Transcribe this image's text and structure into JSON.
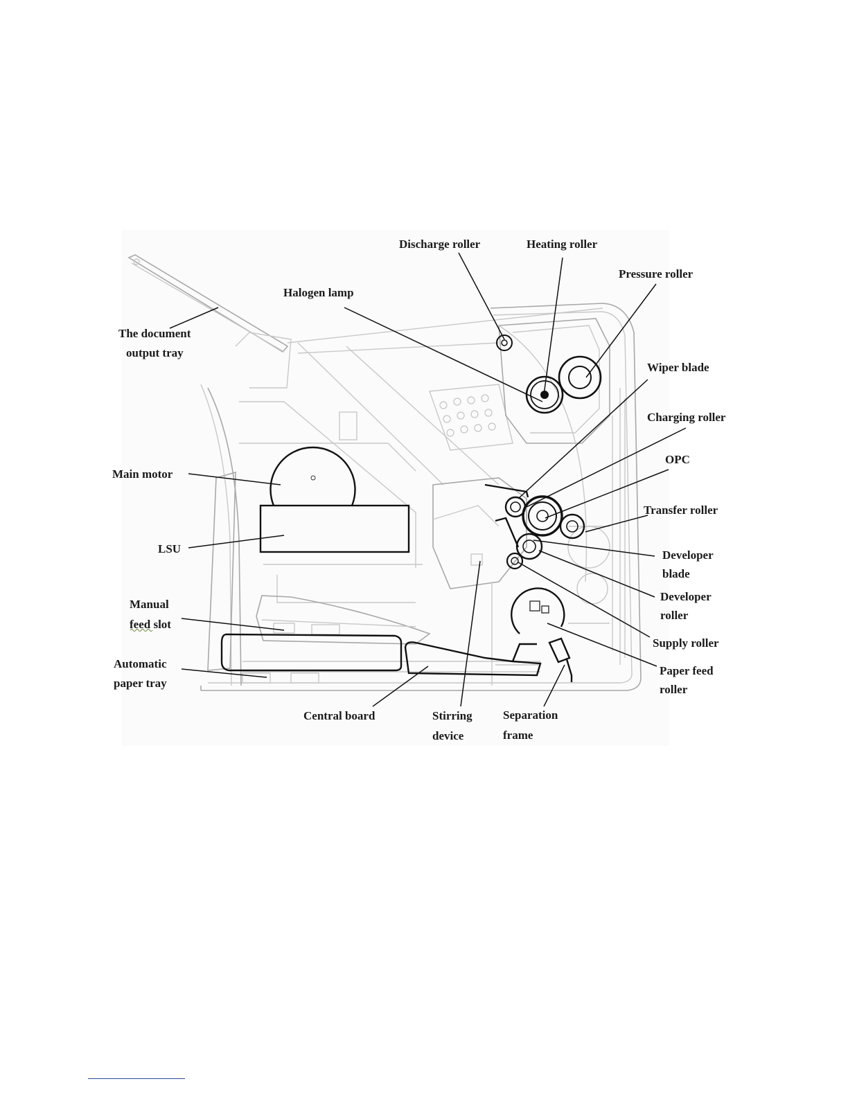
{
  "labels": {
    "document_output_tray": [
      "The document",
      "output tray"
    ],
    "halogen_lamp": "Halogen lamp",
    "discharge_roller": "Discharge roller",
    "heating_roller": "Heating roller",
    "pressure_roller": "Pressure roller",
    "wiper_blade": "Wiper blade",
    "charging_roller": "Charging roller",
    "opc": "OPC",
    "transfer_roller": "Transfer roller",
    "developer_blade": [
      "Developer",
      "blade"
    ],
    "developer_roller": [
      "Developer",
      "roller"
    ],
    "supply_roller": "Supply roller",
    "paper_feed_roller": [
      "Paper feed",
      "roller"
    ],
    "main_motor": "Main motor",
    "lsu": "LSU",
    "manual_feed_slot": [
      "Manual",
      "feed slot"
    ],
    "automatic_paper_tray": [
      "Automatic",
      "paper tray"
    ],
    "central_board": "Central board",
    "stirring_device": [
      "Stirring",
      "device"
    ],
    "separation_frame": [
      "Separation",
      "frame"
    ]
  },
  "colors": {
    "label_text": "#1a1a1a",
    "outline_dark": "#111111",
    "outline_light": "#c8c8c8",
    "footnote_rule": "#2a4a9a"
  }
}
